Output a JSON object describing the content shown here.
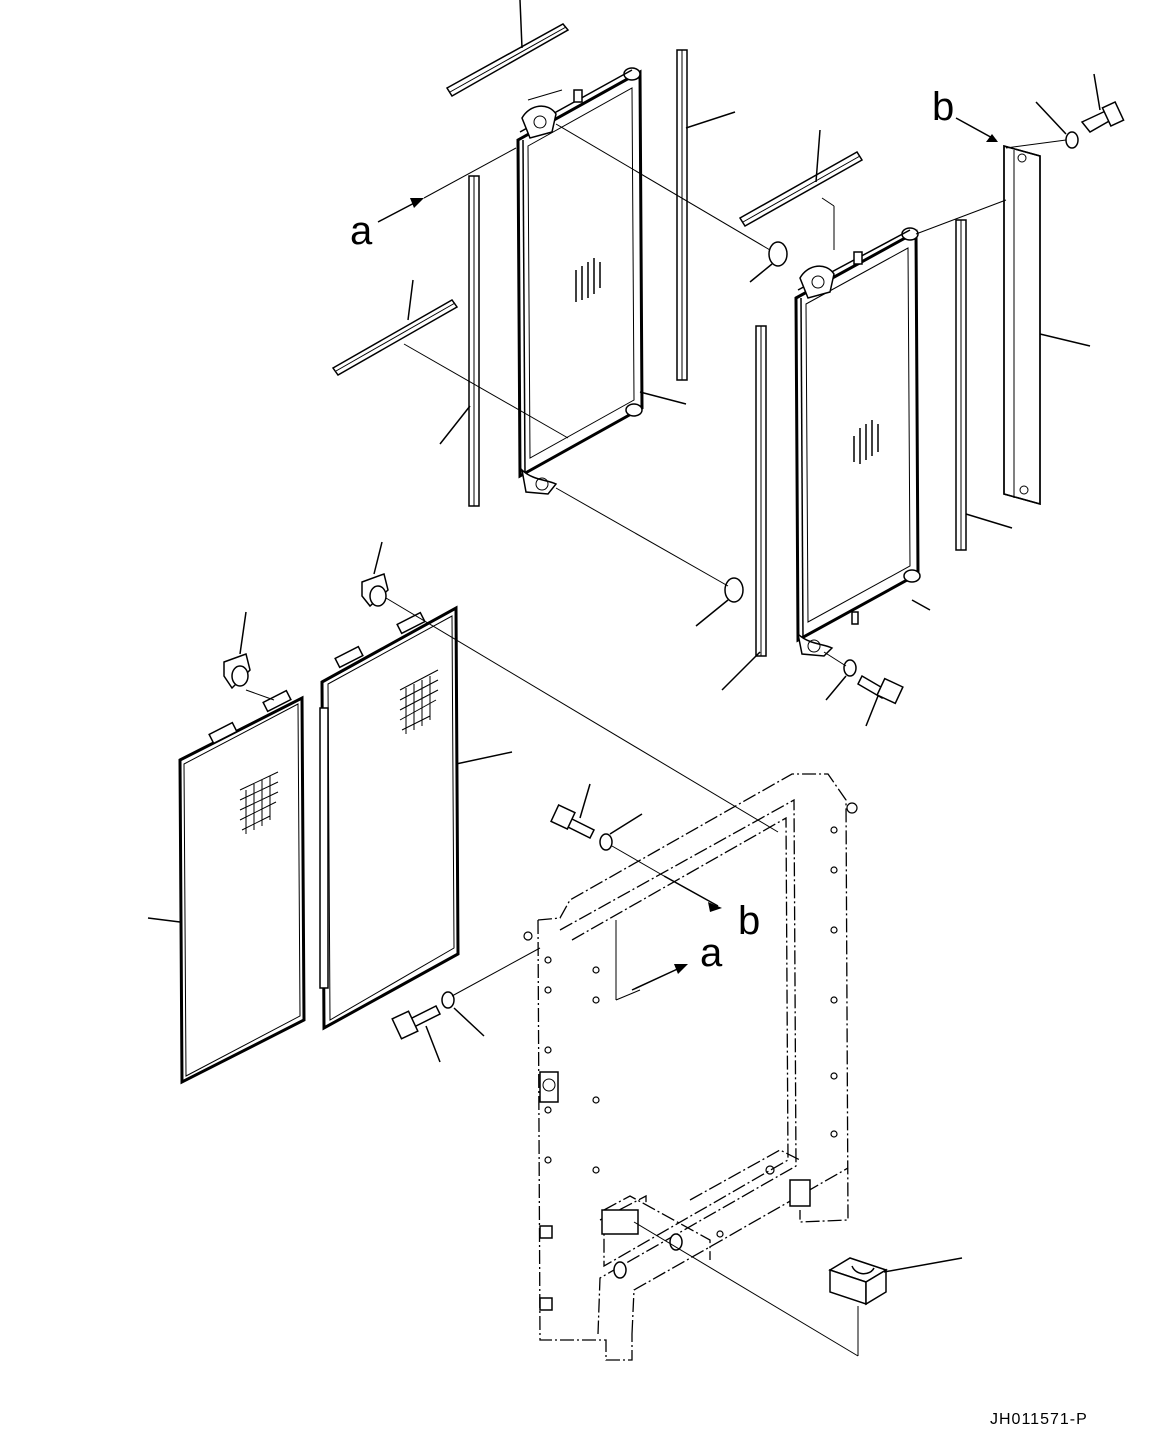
{
  "callouts": {
    "a_top": "a",
    "b_top": "b",
    "b_mid": "b",
    "a_mid": "a"
  },
  "drawing_ref": "JH011571-P"
}
